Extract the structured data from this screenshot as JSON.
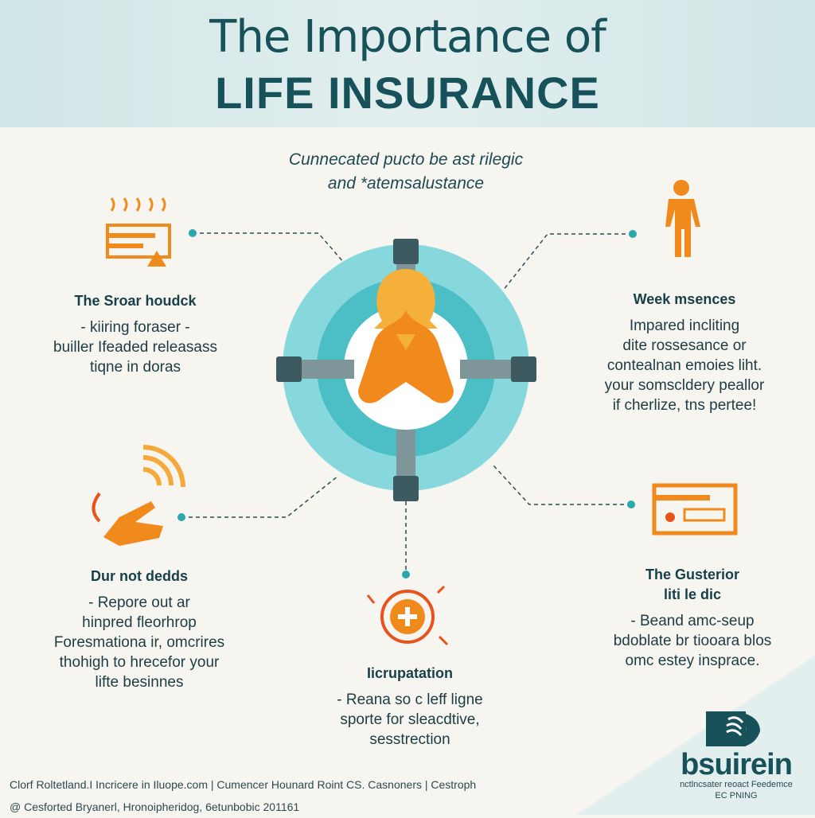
{
  "header": {
    "title_line1": "The Importance of",
    "title_line2": "LIFE INSURANCE"
  },
  "subtitle": {
    "line1": "Cunnecated pucto be ast rilegic",
    "line2": "and *atemsalustance"
  },
  "sections": [
    {
      "title": "The Sroar houdck",
      "lines": [
        "- kiiring foraser -",
        "builler Ifeaded releasass",
        "tiqne in doras"
      ]
    },
    {
      "title": "Week msences",
      "lines": [
        "Impared incliting",
        "dite rossesance or",
        "contealnan emoies liht.",
        "your somscldery peallor",
        "if cherlize, tns pertee!"
      ]
    },
    {
      "title": "Dur not dedds",
      "lines": [
        "- Repore out ar",
        "hinpred fleorhrop",
        "Foresmationa ir, omcrires",
        "thohigh to hrecefor your",
        "lifte besinnes"
      ]
    },
    {
      "title": "Iicrupatation",
      "lines": [
        "- Reana so c leff ligne",
        "sporte for sleacdtive,",
        "sesstrection"
      ]
    },
    {
      "title": "The Gusterior",
      "title2": "liti le dic",
      "lines": [
        "- Beand amc-seup",
        "bdoblate br tiooara blos",
        "omc estey insprace."
      ]
    }
  ],
  "footer": {
    "line1": "Clorf Roltetland.I Incricere in Iluope.com  |  Cumencer Hounard Roint CS. Casnoners  |  Cestroph",
    "line2": "@ Cesforted Bryanerl, Hronoipheridog, 6etunbobic 201161"
  },
  "logo": {
    "name": "bsuirein",
    "tagline": "nctlncsater reoact Feedemce",
    "tagline2": "EC PNING"
  },
  "colors": {
    "teal_dark": "#17525a",
    "teal_light": "#7fd6dc",
    "orange": "#f08a1c"
  }
}
